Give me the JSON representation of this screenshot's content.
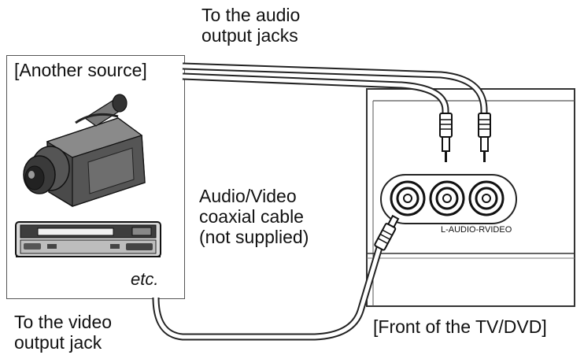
{
  "labels": {
    "audio_output": [
      "To the audio",
      "output jacks"
    ],
    "source_title": "[Another source]",
    "etc": "etc.",
    "coax_cable": [
      "Audio/Video",
      "coaxial cable",
      "(not supplied)"
    ],
    "video_output": [
      "To the video",
      "output jack"
    ],
    "front": "[Front of the TV/DVD]",
    "jacks": "L-AUDIO-RVIDEO"
  }
}
